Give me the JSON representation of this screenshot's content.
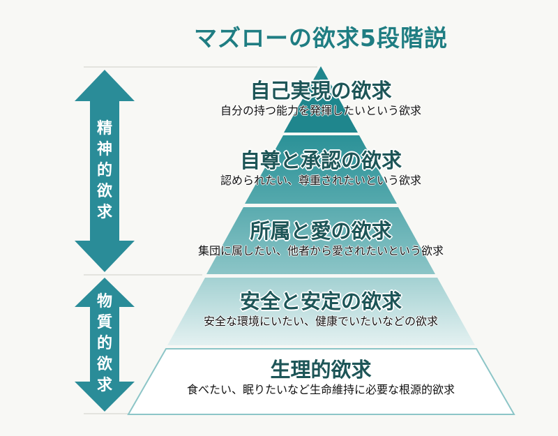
{
  "title": "マズローの欲求5段階説",
  "levels": [
    {
      "name": "自己実現の欲求",
      "desc": "自分の持つ能力を発揮したいという欲求"
    },
    {
      "name": "自尊と承認の欲求",
      "desc": "認められたい、尊重されたいという欲求"
    },
    {
      "name": "所属と愛の欲求",
      "desc": "集団に属したい、他者から愛されたいという欲求"
    },
    {
      "name": "安全と安定の欲求",
      "desc": "安全な環境にいたい、健康でいたいなどの欲求"
    },
    {
      "name": "生理的欲求",
      "desc": "食べたい、眠りたいなど生命維持に必要な根源的欲求"
    }
  ],
  "groups": {
    "spiritual": [
      "精",
      "神",
      "的",
      "欲",
      "求"
    ],
    "material": [
      "物",
      "質",
      "的",
      "欲",
      "求"
    ]
  },
  "colors": {
    "accent": "#2a8c98",
    "heading": "#1d5557"
  }
}
